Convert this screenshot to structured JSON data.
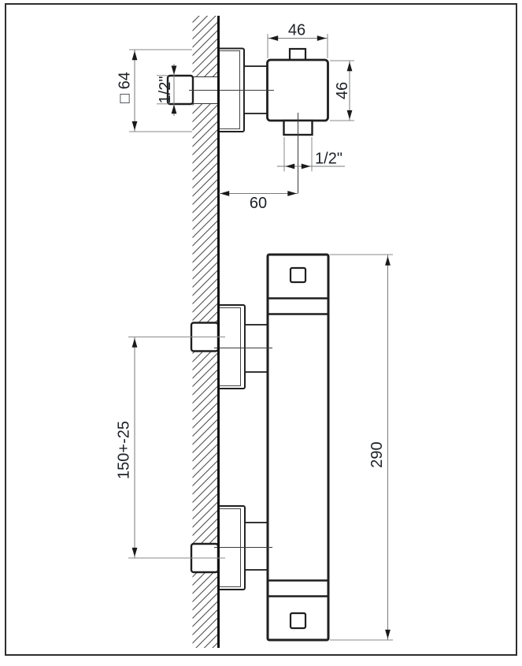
{
  "drawing": {
    "title": "shower-mixer-installation-drawing",
    "labels": {
      "body_width": "46",
      "body_height": "46",
      "inlet_thread": "1/2\"",
      "escutcheon_size": "□ 64",
      "outlet_thread": "1/2\"",
      "wall_offset": "60",
      "inlet_spacing": "150+-25",
      "bar_height": "290"
    },
    "colors": {
      "outline": "#1f1f1f",
      "wall_face": "#111111",
      "hatch": "#4f4f4f",
      "dimension_line": "#7a7a7a",
      "extension_line": "#8a8a8a",
      "arrow": "#1a1a1a",
      "text": "#1c2026",
      "frame": "#2e2e2e"
    }
  }
}
